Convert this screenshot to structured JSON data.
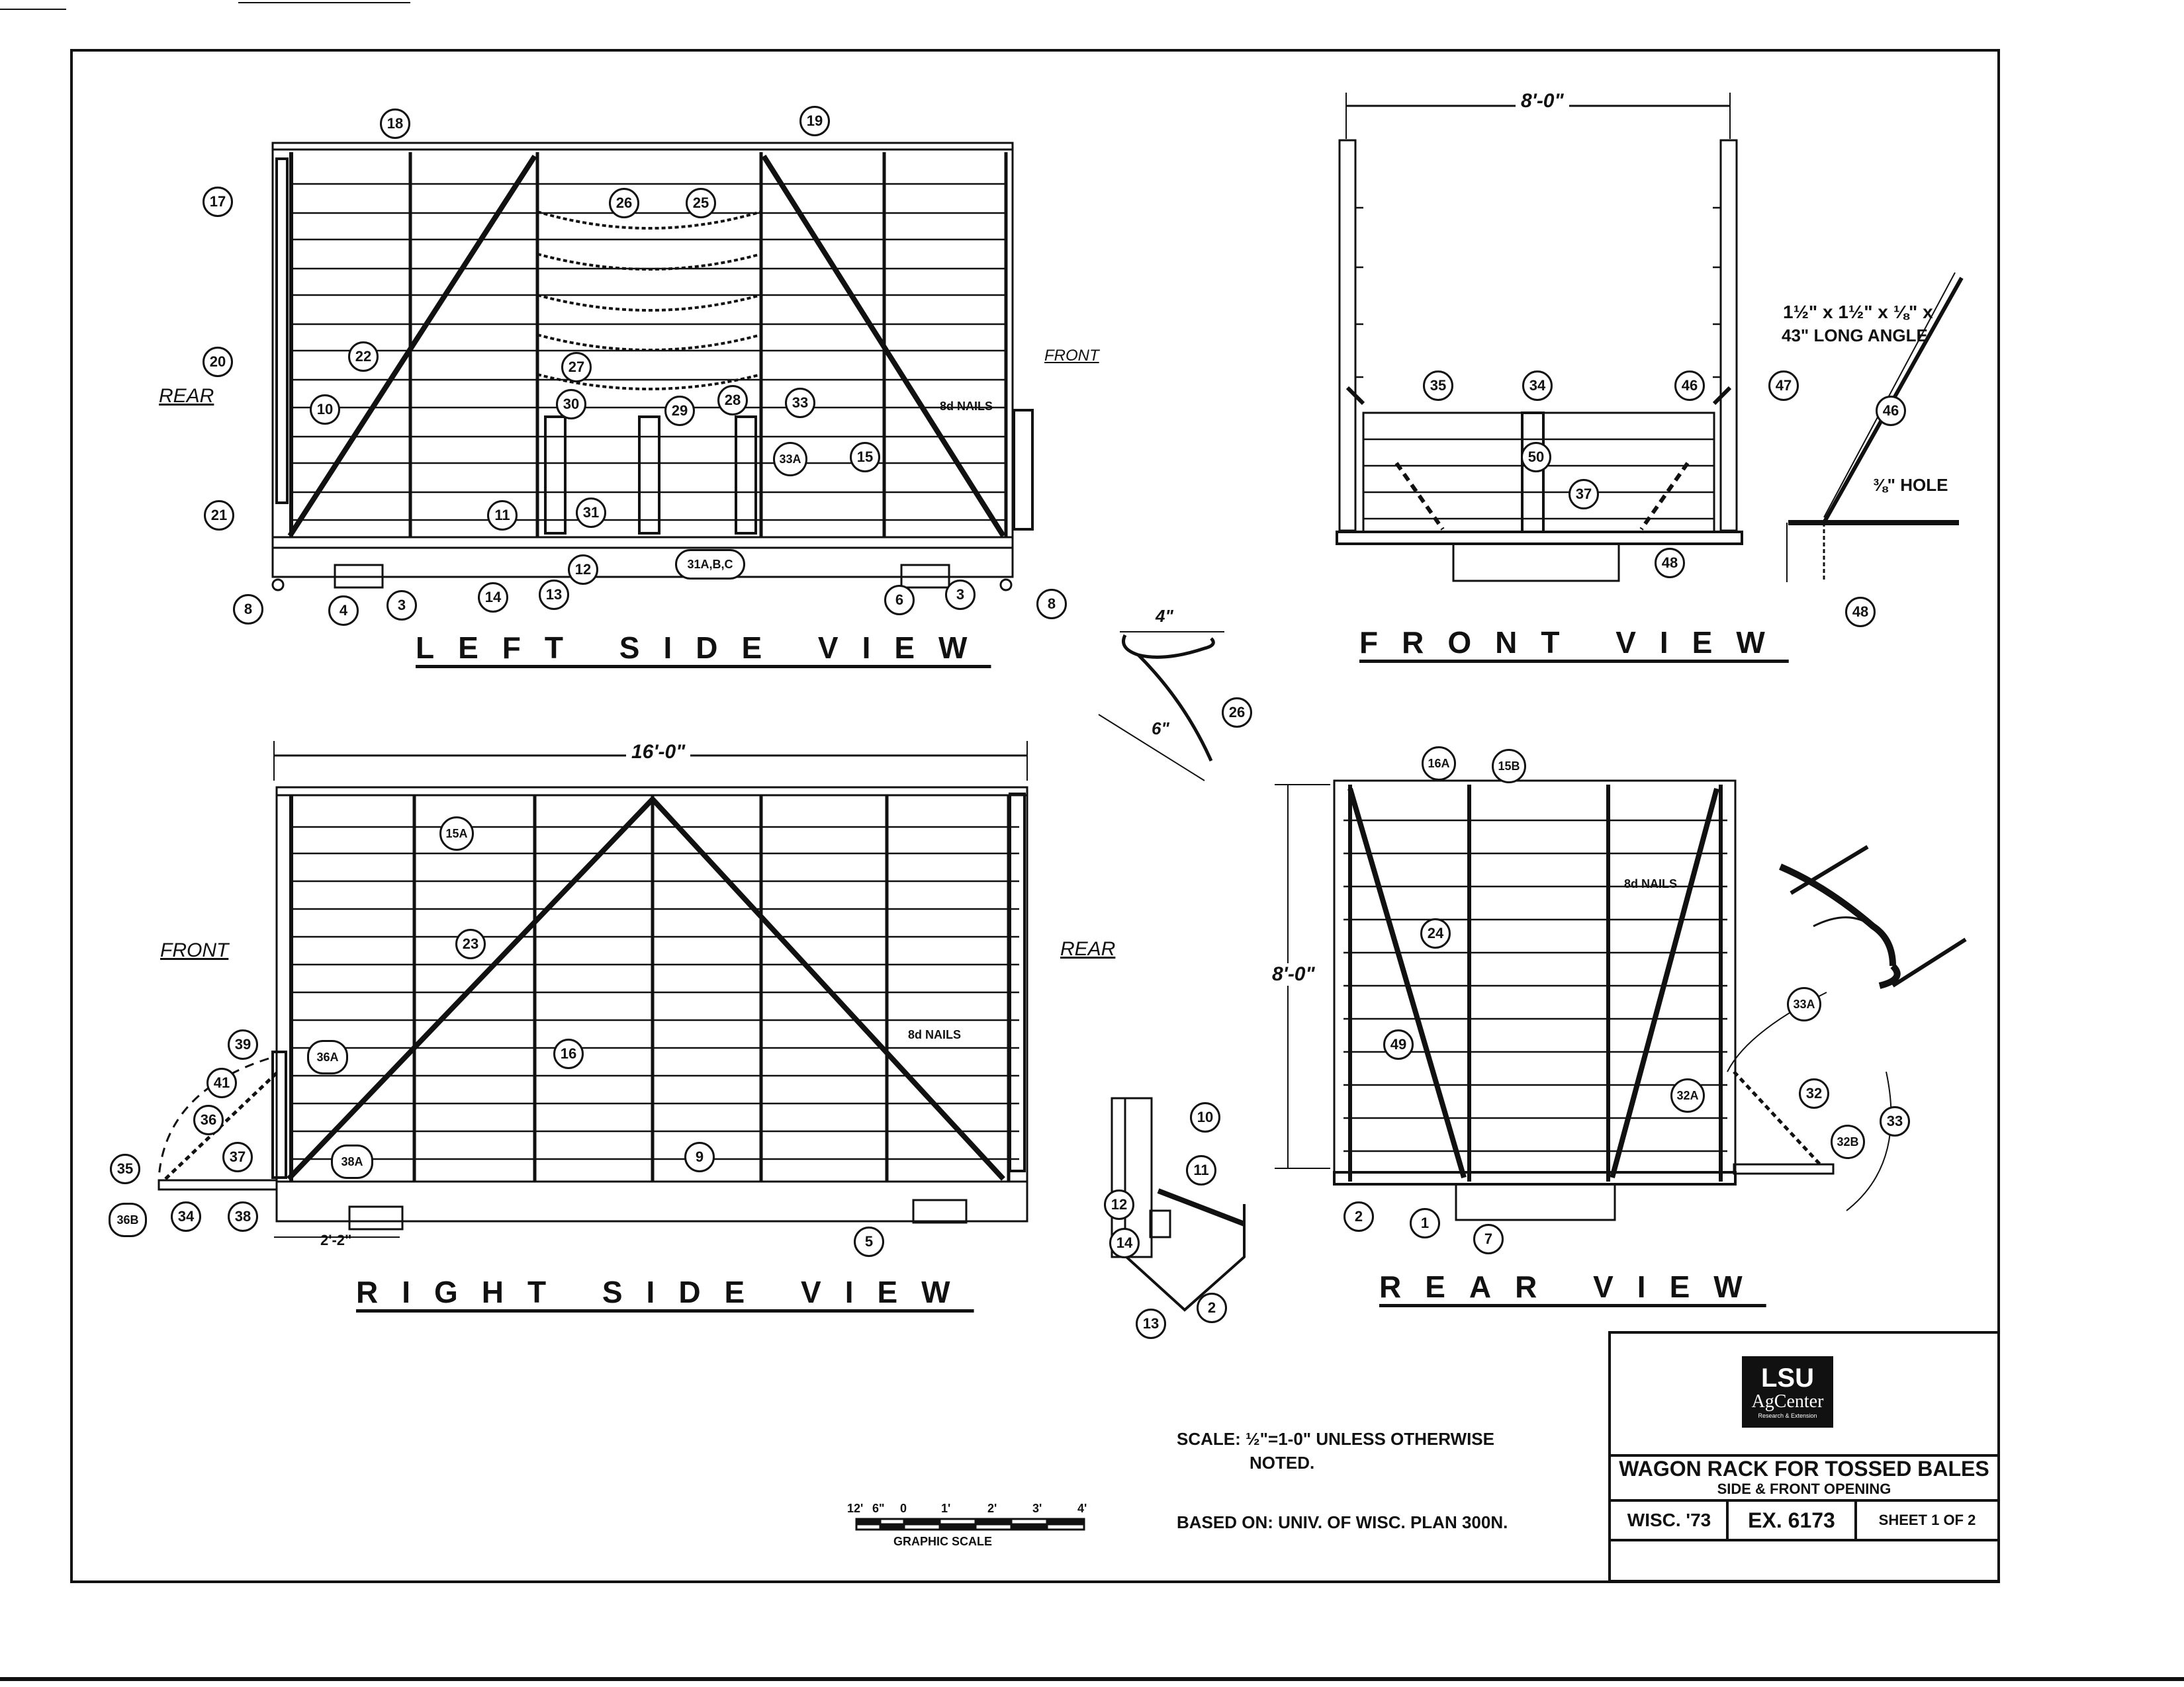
{
  "views": {
    "left_side": "LEFT SIDE VIEW",
    "front": "FRONT VIEW",
    "right_side": "RIGHT SIDE VIEW",
    "rear": "REAR VIEW"
  },
  "directions": {
    "left_rear": "REAR",
    "left_front": "FRONT",
    "right_front": "FRONT",
    "right_rear": "REAR"
  },
  "dimensions": {
    "front_width": "8'-0\"",
    "right_length": "16'-0\"",
    "rear_height": "8'-0\"",
    "stake_spacing": "2'-2\"",
    "hook_width": "4\"",
    "hook_length": "6\""
  },
  "notes": {
    "nails_left": "8d NAILS",
    "nails_right": "8d NAILS",
    "nails_rear": "8d NAILS",
    "angle_line1": "1½\" x 1½\" x ⅛\" x",
    "angle_line2": "43\" LONG ANGLE",
    "hole": "⅜\" HOLE",
    "scale_line1": "SCALE: ½\"=1-0\" UNLESS OTHERWISE",
    "scale_line2": "NOTED.",
    "based_on": "BASED ON: UNIV. OF WISC. PLAN 300N.",
    "graphic_scale": "GRAPHIC SCALE",
    "scale_ticks": [
      "12'",
      "6\"",
      "0",
      "1'",
      "2'",
      "3'",
      "4'"
    ]
  },
  "callouts": {
    "left": [
      "18",
      "19",
      "17",
      "26",
      "25",
      "20",
      "22",
      "27",
      "29",
      "28",
      "33",
      "10",
      "30",
      "33A",
      "15",
      "21",
      "11",
      "31",
      "12",
      "13",
      "14",
      "31A,B,C",
      "8",
      "4",
      "3",
      "6",
      "3",
      "8"
    ],
    "front": [
      "35",
      "34",
      "46",
      "47",
      "50",
      "37",
      "48",
      "46",
      "48"
    ],
    "hook": [
      "26"
    ],
    "right": [
      "15A",
      "23",
      "16",
      "39",
      "36A",
      "41",
      "36",
      "37",
      "38A",
      "9",
      "35",
      "36B",
      "34",
      "38",
      "5"
    ],
    "detail": [
      "10",
      "11",
      "12",
      "14",
      "13",
      "2"
    ],
    "rear": [
      "16A",
      "15B",
      "24",
      "49",
      "33A",
      "32A",
      "32",
      "32B",
      "33",
      "2",
      "1",
      "7"
    ]
  },
  "title_block": {
    "logo_top": "LSU",
    "logo_bottom": "AgCenter",
    "logo_tag": "Research & Extension",
    "title": "WAGON RACK FOR TOSSED BALES",
    "subtitle": "SIDE & FRONT OPENING",
    "wisc": "WISC. '73",
    "ex": "EX. 6173",
    "sheet": "SHEET 1 OF 2"
  }
}
